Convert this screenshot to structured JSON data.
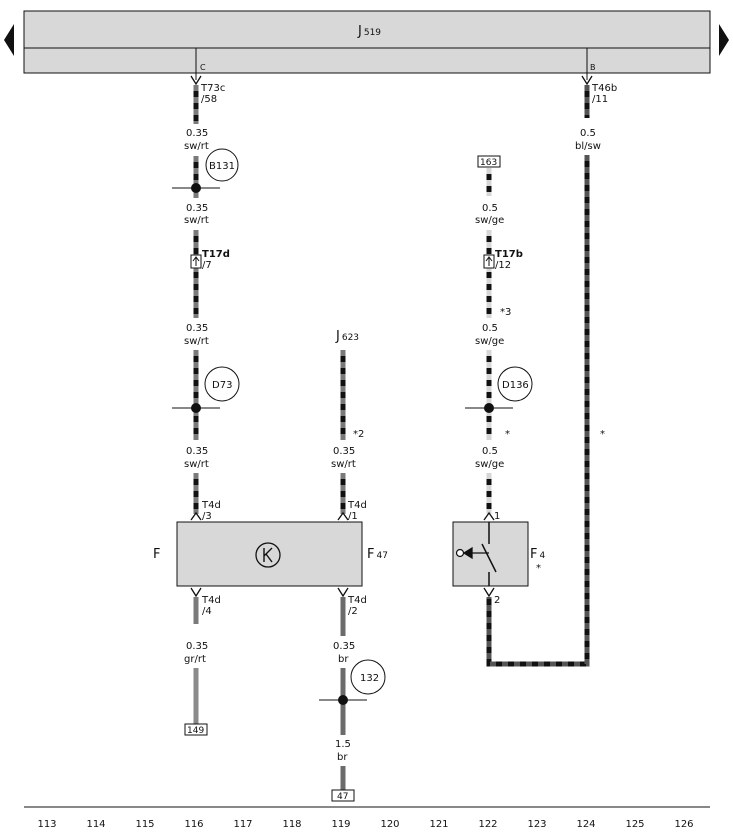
{
  "header": {
    "unit_main": "J",
    "unit_sub": "519",
    "pin_c": "C",
    "pin_b": "B"
  },
  "nav": {
    "prev": "previous-page",
    "next": "next-page"
  },
  "col116": {
    "conn_top": "T73c",
    "conn_top_pin": "/58",
    "w1_size": "0.35",
    "w1_color": "sw/rt",
    "node1": "B131",
    "w2_size": "0.35",
    "w2_color": "sw/rt",
    "conn_mid": "T17d",
    "conn_mid_pin": "/7",
    "w3_size": "0.35",
    "w3_color": "sw/rt",
    "node2": "D73",
    "w4_size": "0.35",
    "w4_color": "sw/rt",
    "comp_in": "T4d",
    "comp_in_pin": "/3",
    "comp_out": "T4d",
    "comp_out_pin": "/4",
    "w5_size": "0.35",
    "w5_color": "gr/rt",
    "ref": "149"
  },
  "col119": {
    "src_main": "J",
    "src_sub": "623",
    "note": "*2",
    "w1_size": "0.35",
    "w1_color": "sw/rt",
    "comp_in": "T4d",
    "comp_in_pin": "/1",
    "comp_out": "T4d",
    "comp_out_pin": "/2",
    "w2_size": "0.35",
    "w2_color": "br",
    "node": "132",
    "w3_size": "1.5",
    "w3_color": "br",
    "ref": "47"
  },
  "col122": {
    "ref": "163",
    "w1_size": "0.5",
    "w1_color": "sw/ge",
    "conn": "T17b",
    "conn_pin": "/12",
    "note": "*3",
    "w2_size": "0.5",
    "w2_color": "sw/ge",
    "node": "D136",
    "note2": "*",
    "w3_size": "0.5",
    "w3_color": "sw/ge",
    "pin_top": "1",
    "pin_bottom": "2"
  },
  "col124": {
    "conn": "T46b",
    "conn_pin": "/11",
    "w_size": "0.5",
    "w_color": "bl/sw",
    "note": "*"
  },
  "component_f": {
    "left_label": "F",
    "right_main": "F",
    "right_sub": "47"
  },
  "component_f4": {
    "main": "F",
    "sub": "4",
    "note": "*"
  },
  "colors": {
    "black": "#111111",
    "red": "#7a7a7a",
    "yellow": "#d6d6d6",
    "blue": "#555555",
    "grey": "#8a8a8a",
    "brown": "#6b6b6b",
    "box": "#d8d8d8"
  },
  "ruler": [
    "113",
    "114",
    "115",
    "116",
    "117",
    "118",
    "119",
    "120",
    "121",
    "122",
    "123",
    "124",
    "125",
    "126"
  ]
}
